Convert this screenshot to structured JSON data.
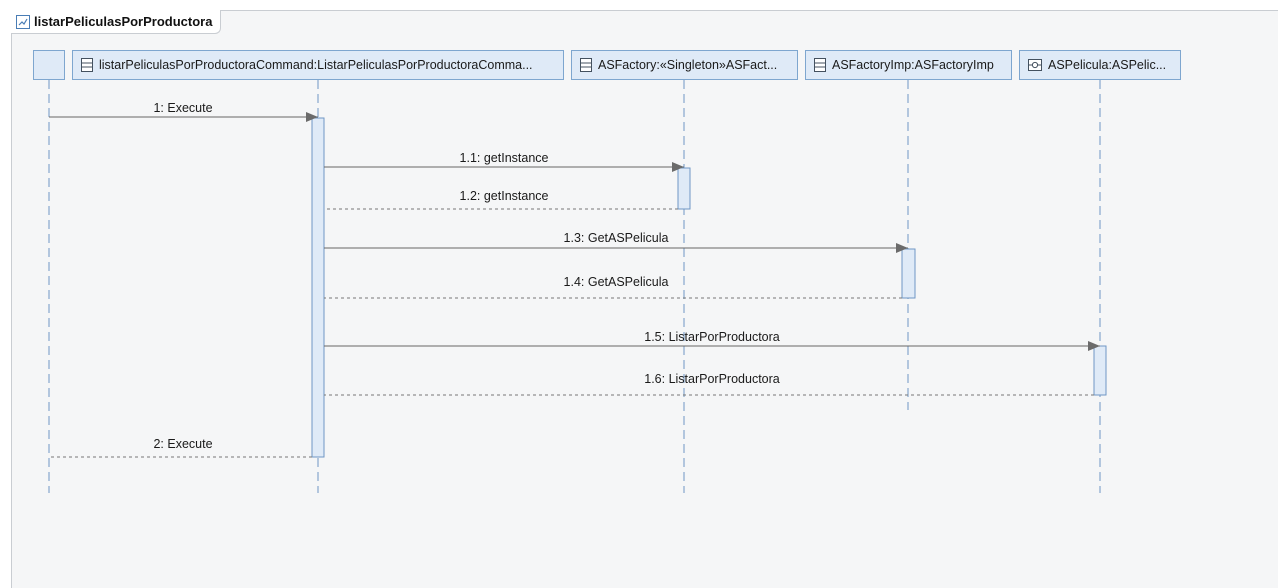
{
  "diagram": {
    "title": "listarPeliculasPorProductora",
    "lifelines": [
      {
        "id": "actor",
        "label": "",
        "icon": "none"
      },
      {
        "id": "cmd",
        "label": "listarPeliculasPorProductoraCommand:ListarPeliculasPorProductoraComma...",
        "icon": "class-icon"
      },
      {
        "id": "asfactory",
        "label": "ASFactory:«Singleton»ASFact...",
        "icon": "class-icon"
      },
      {
        "id": "asfactoryimp",
        "label": "ASFactoryImp:ASFactoryImp",
        "icon": "class-icon"
      },
      {
        "id": "aspelicula",
        "label": "ASPelicula:ASPelic...",
        "icon": "interface-icon"
      }
    ],
    "messages": [
      {
        "label": "1: Execute",
        "from": "actor",
        "to": "cmd",
        "kind": "call"
      },
      {
        "label": "1.1: getInstance",
        "from": "cmd",
        "to": "asfactory",
        "kind": "call"
      },
      {
        "label": "1.2: getInstance",
        "from": "asfactory",
        "to": "cmd",
        "kind": "return"
      },
      {
        "label": "1.3: GetASPelicula",
        "from": "cmd",
        "to": "asfactoryimp",
        "kind": "call"
      },
      {
        "label": "1.4: GetASPelicula",
        "from": "asfactoryimp",
        "to": "cmd",
        "kind": "return"
      },
      {
        "label": "1.5: ListarPorProductora",
        "from": "cmd",
        "to": "aspelicula",
        "kind": "call"
      },
      {
        "label": "1.6: ListarPorProductora",
        "from": "aspelicula",
        "to": "cmd",
        "kind": "return"
      },
      {
        "label": "2: Execute",
        "from": "cmd",
        "to": "actor",
        "kind": "return"
      }
    ],
    "colors": {
      "lifeline_fill": "#dfeaf7",
      "lifeline_border": "#7ea6cf",
      "message_line": "#555555",
      "frame_background": "#f5f6f7"
    }
  }
}
